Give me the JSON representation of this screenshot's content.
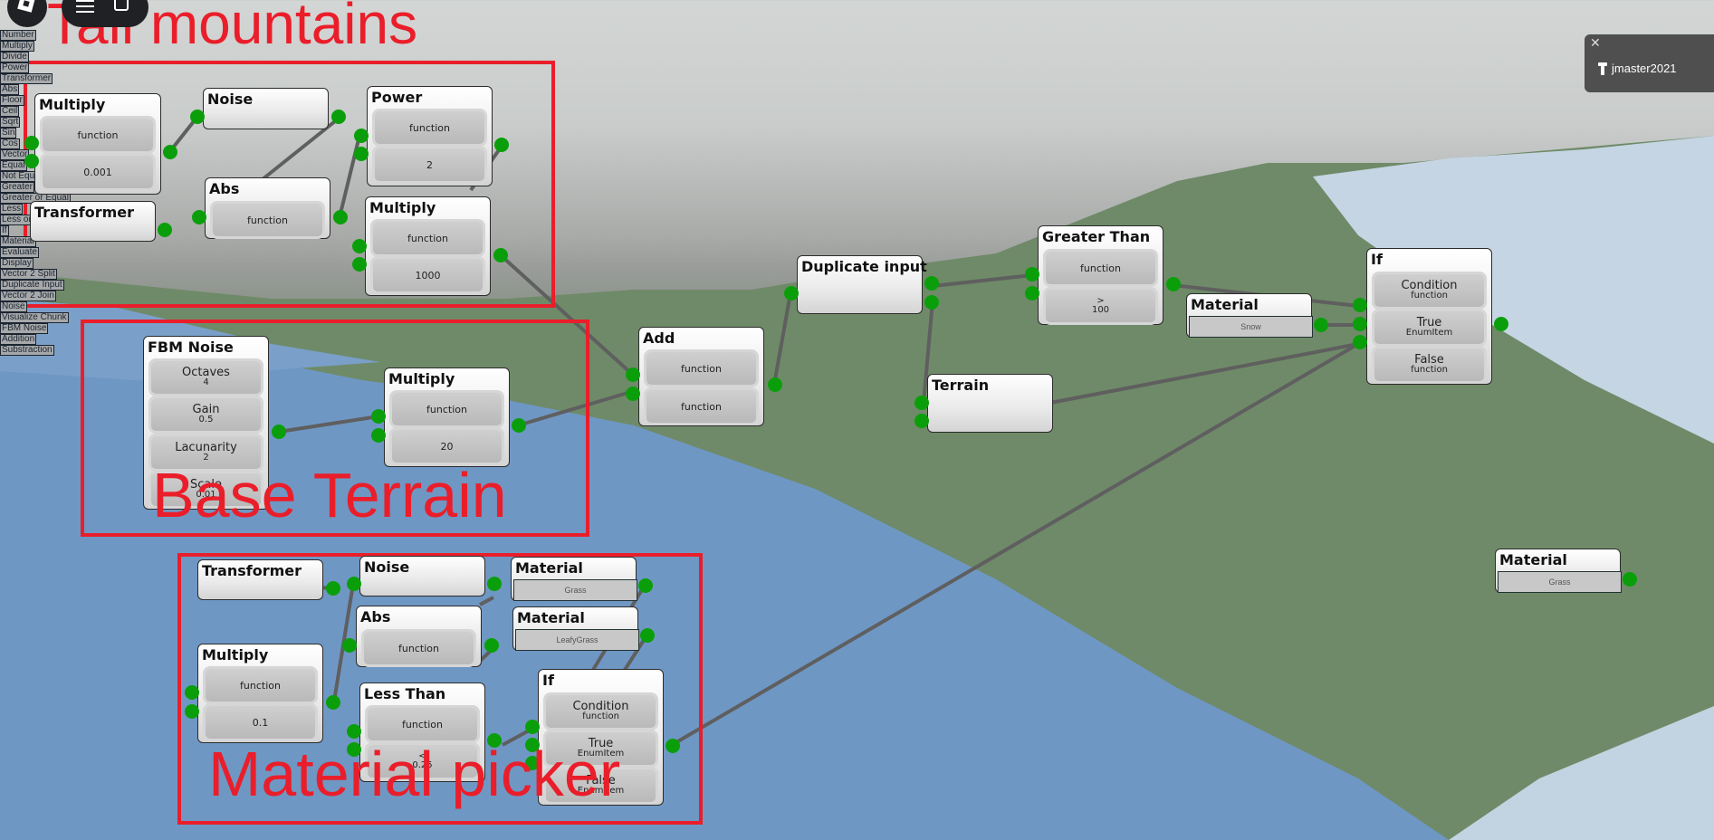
{
  "toolbar": {
    "roblox_icon": "roblox-logo-icon",
    "menu_icon": "hamburger-menu-icon",
    "chat_icon": "chat-icon"
  },
  "notification": {
    "close": "✕",
    "icon": "hammer-icon",
    "username": "jmaster2021"
  },
  "palette": [
    "Number",
    "Multiply",
    "Divide",
    "Power",
    "Transformer",
    "Abs",
    "Floor",
    "Ceil",
    "Sqrt",
    "Sin",
    "Cos",
    "Vector",
    "Equal",
    "Not Equal",
    "Greater",
    "Greater or Equal",
    "Less",
    "Less or Equal",
    "If",
    "Material",
    "Evaluate",
    "Display",
    "Vector 2 Split",
    "Duplicate Input",
    "Vector 2 Join",
    "Noise",
    "Visualize Chunk",
    "FBM Noise",
    "Addition",
    "Substraction"
  ],
  "groups": {
    "tall_mountains": "Tall mountains",
    "base_terrain": "Base Terrain",
    "material_picker": "Material picker"
  },
  "nodes": {
    "tm_multiply": {
      "title": "Multiply",
      "f1": "function",
      "f2": "0.001"
    },
    "tm_transformer": {
      "title": "Transformer"
    },
    "tm_noise": {
      "title": "Noise"
    },
    "tm_abs": {
      "title": "Abs",
      "f1": "function"
    },
    "tm_power": {
      "title": "Power",
      "f1": "function",
      "f2": "2"
    },
    "tm_multiply2": {
      "title": "Multiply",
      "f1": "function",
      "f2": "1000"
    },
    "fbm": {
      "title": "FBM Noise",
      "octaves_label": "Octaves",
      "octaves": "4",
      "gain_label": "Gain",
      "gain": "0.5",
      "lacunarity_label": "Lacunarity",
      "lacunarity": "2",
      "scale_label": "Scale",
      "scale": "0.01"
    },
    "bt_multiply": {
      "title": "Multiply",
      "f1": "function",
      "f2": "20"
    },
    "add": {
      "title": "Add",
      "f1": "function",
      "f2": "function"
    },
    "dup": {
      "title": "Duplicate input"
    },
    "greater": {
      "title": "Greater Than",
      "f1": "function",
      "op": ">",
      "f2": "100"
    },
    "terrain": {
      "title": "Terrain"
    },
    "mat_snow": {
      "title": "Material",
      "value": "Snow"
    },
    "if_main": {
      "title": "If",
      "c_label": "Condition",
      "c_val": "function",
      "t_label": "True",
      "t_val": "EnumItem",
      "f_label": "False",
      "f_val": "function"
    },
    "mat_grass_right": {
      "title": "Material",
      "value": "Grass"
    },
    "mp_transformer": {
      "title": "Transformer"
    },
    "mp_noise": {
      "title": "Noise"
    },
    "mp_abs": {
      "title": "Abs",
      "f1": "function"
    },
    "mp_multiply": {
      "title": "Multiply",
      "f1": "function",
      "f2": "0.1"
    },
    "mp_less": {
      "title": "Less Than",
      "f1": "function",
      "op": "<",
      "f2": "0.25"
    },
    "mp_mat_grass": {
      "title": "Material",
      "value": "Grass"
    },
    "mp_mat_leafy": {
      "title": "Material",
      "value": "LeafyGrass"
    },
    "mp_if": {
      "title": "If",
      "c_label": "Condition",
      "c_val": "function",
      "t_label": "True",
      "t_val": "EnumItem",
      "f_label": "False",
      "f_val": "EnumItem"
    }
  },
  "colors": {
    "port": "#0a9f0a",
    "group": "#ea1e2a",
    "wire": "#5f5f5f"
  }
}
